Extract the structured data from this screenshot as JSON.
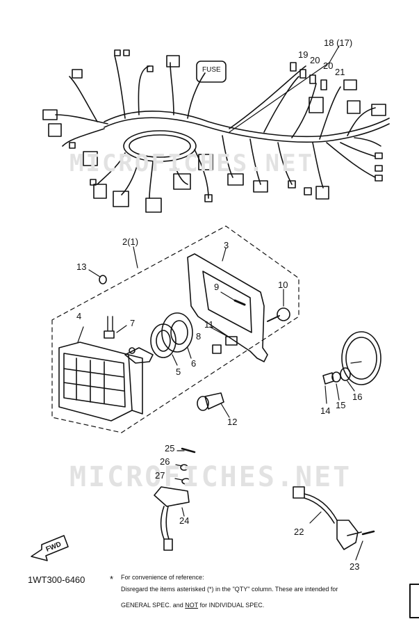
{
  "watermark": "MICROFICHES.NET",
  "callouts": {
    "c1": "18 (17)",
    "c19": "19",
    "c20a": "20",
    "c20b": "20",
    "c21": "21",
    "c2": "2(1)",
    "c3": "3",
    "c13": "13",
    "c9": "9",
    "c10": "10",
    "c4": "4",
    "c7": "7",
    "c11": "11",
    "c8": "8",
    "c5": "5",
    "c6": "6",
    "c12": "12",
    "c14": "14",
    "c15": "15",
    "c16": "16",
    "c25": "25",
    "c26": "26",
    "c27": "27",
    "c24": "24",
    "c22": "22",
    "c23": "23"
  },
  "fuse_label": "FUSE",
  "fwd_label": "FWD",
  "footer": {
    "code": "1WT300-6460",
    "star": "*",
    "line1": "For convenience of reference:",
    "line2": "Disregard the items asterisked (*) in the \"QTY\" column.  These are intended for",
    "line3_pre": "GENERAL SPEC. and ",
    "line3_not": "NOT",
    "line3_post": " for INDIVIDUAL SPEC."
  }
}
